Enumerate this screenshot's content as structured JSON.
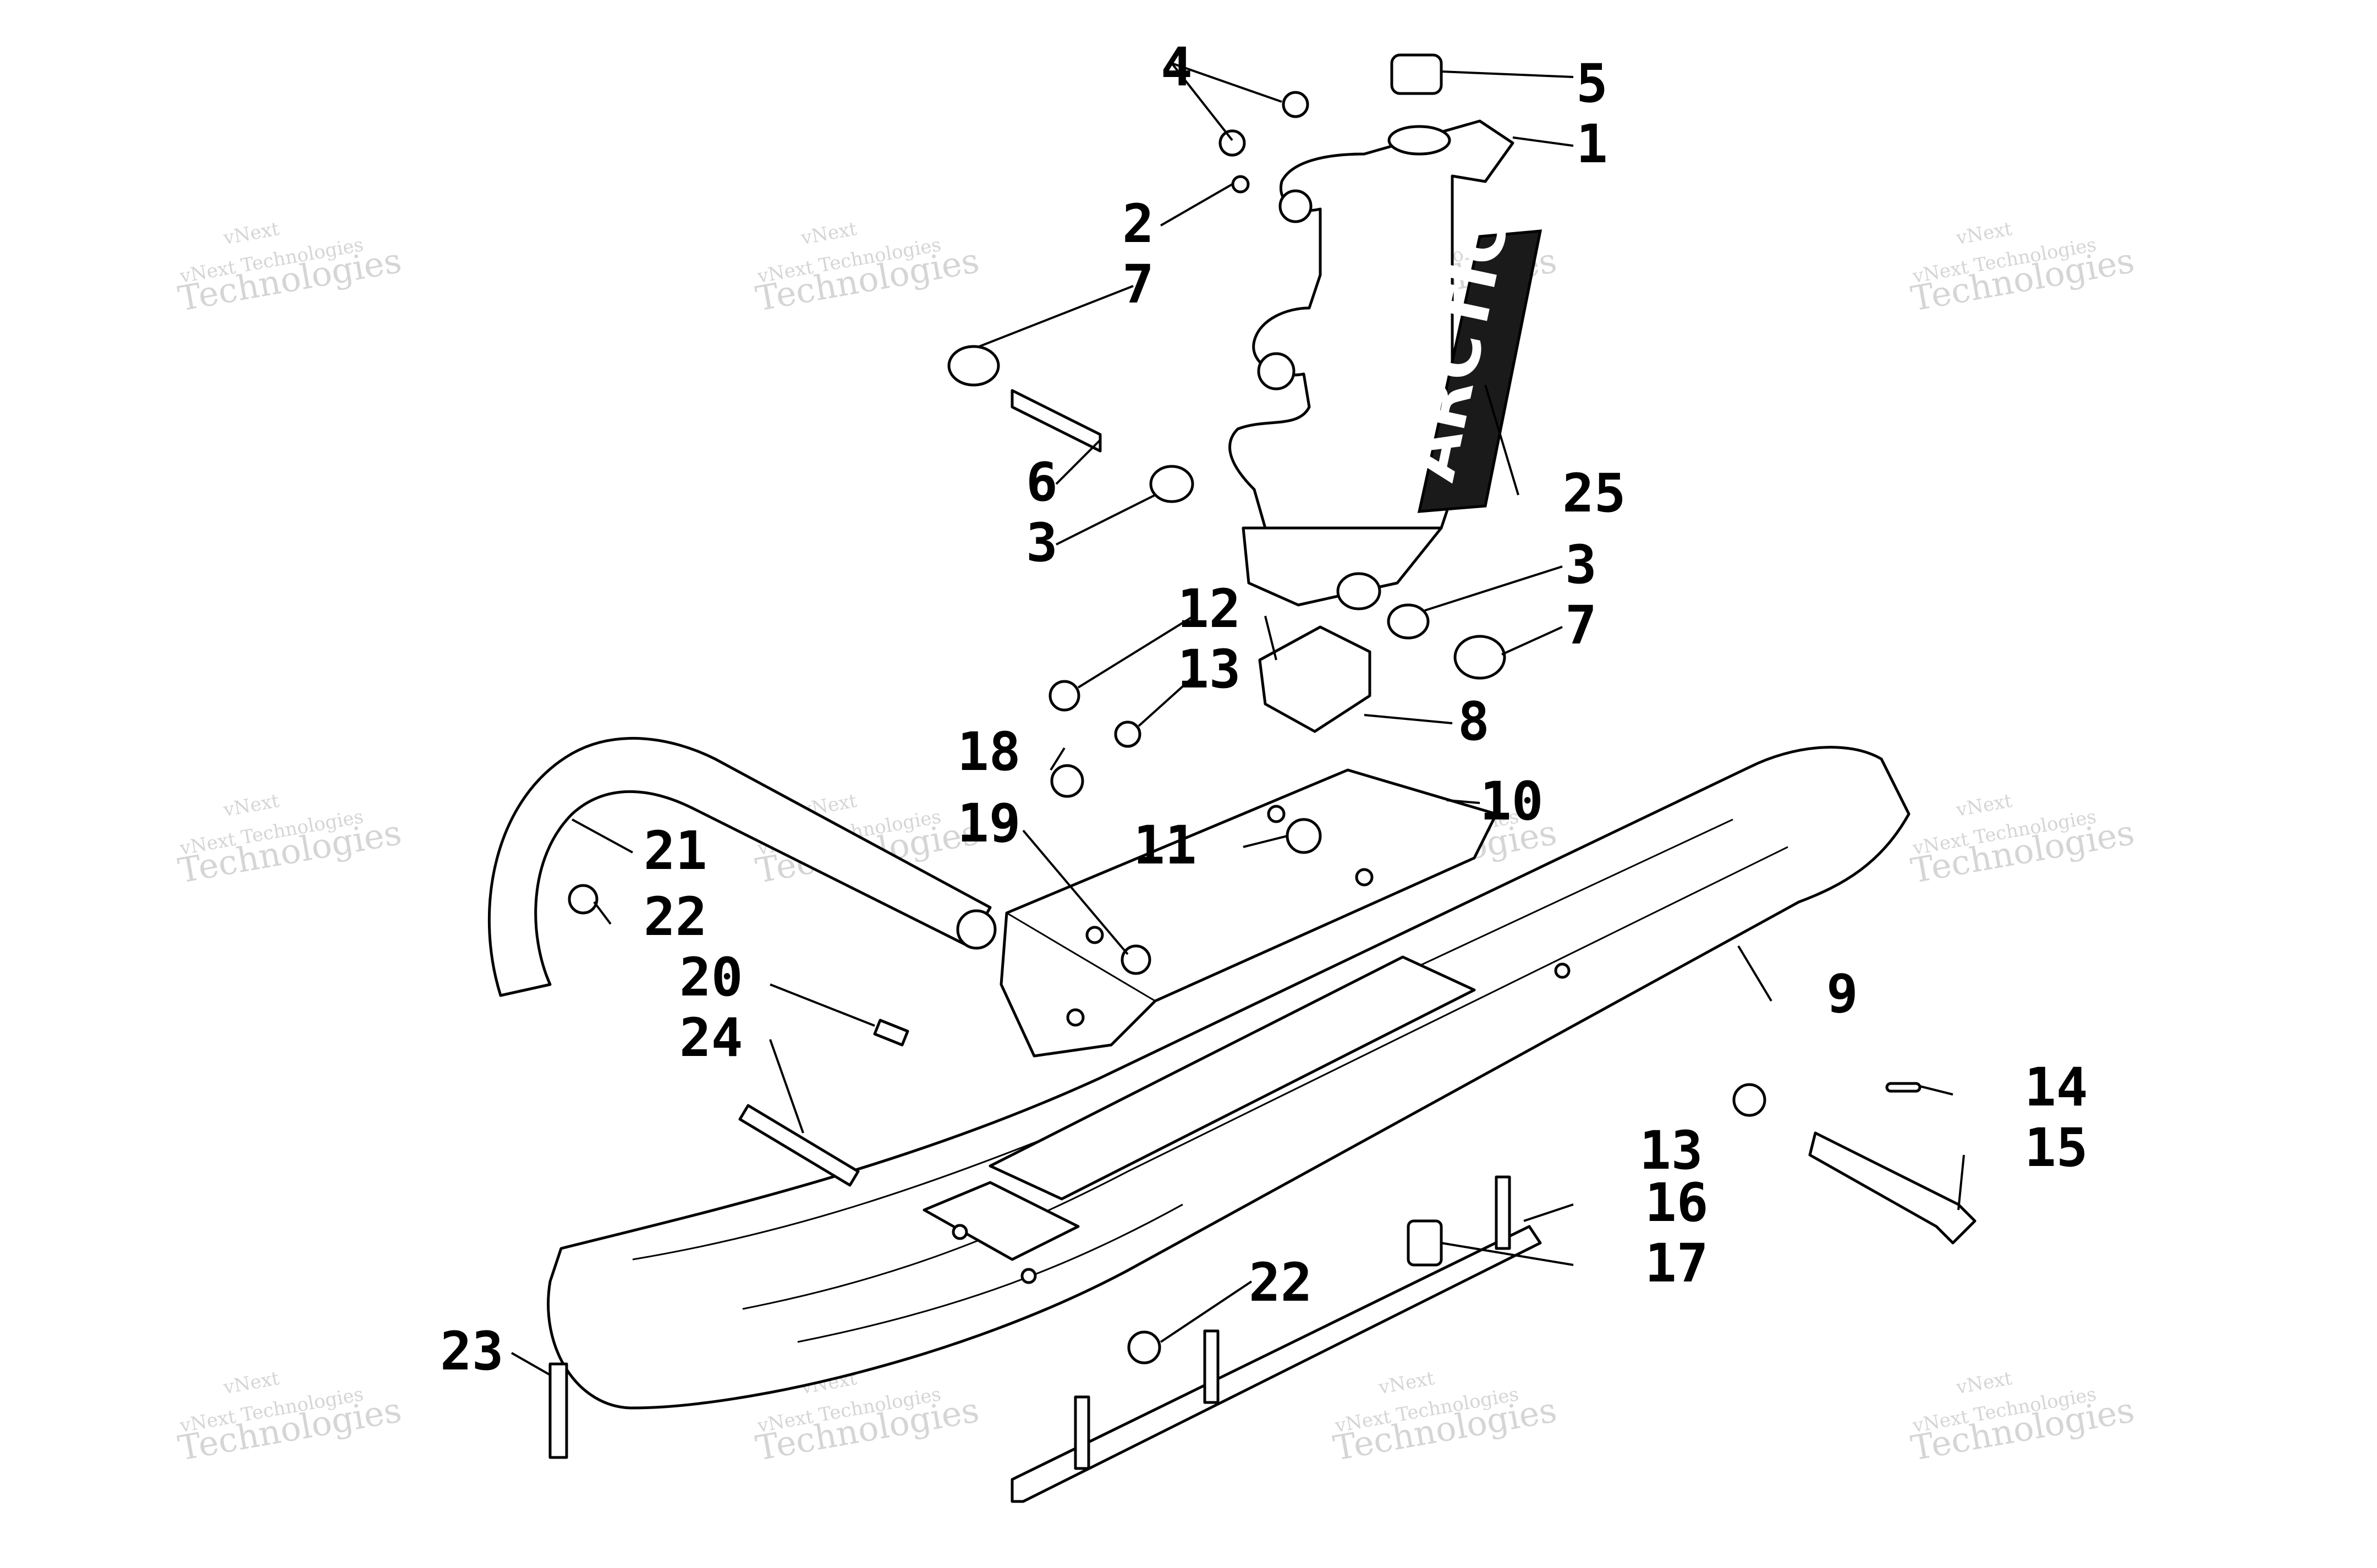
{
  "diagram": {
    "watermark": {
      "line1": "vNext",
      "line2": "vNext Technologies",
      "line3": "Technologies"
    },
    "decal_text": "ARCTIC",
    "callouts": [
      {
        "id": "c1",
        "label": "1"
      },
      {
        "id": "c2",
        "label": "2"
      },
      {
        "id": "c3a",
        "label": "3"
      },
      {
        "id": "c3b",
        "label": "3"
      },
      {
        "id": "c4",
        "label": "4"
      },
      {
        "id": "c5",
        "label": "5"
      },
      {
        "id": "c6",
        "label": "6"
      },
      {
        "id": "c7a",
        "label": "7"
      },
      {
        "id": "c7b",
        "label": "7"
      },
      {
        "id": "c8",
        "label": "8"
      },
      {
        "id": "c9",
        "label": "9"
      },
      {
        "id": "c10",
        "label": "10"
      },
      {
        "id": "c11",
        "label": "11"
      },
      {
        "id": "c12",
        "label": "12"
      },
      {
        "id": "c13a",
        "label": "13"
      },
      {
        "id": "c13b",
        "label": "13"
      },
      {
        "id": "c14",
        "label": "14"
      },
      {
        "id": "c15",
        "label": "15"
      },
      {
        "id": "c16",
        "label": "16"
      },
      {
        "id": "c17",
        "label": "17"
      },
      {
        "id": "c18",
        "label": "18"
      },
      {
        "id": "c19",
        "label": "19"
      },
      {
        "id": "c20",
        "label": "20"
      },
      {
        "id": "c21",
        "label": "21"
      },
      {
        "id": "c22a",
        "label": "22"
      },
      {
        "id": "c22b",
        "label": "22"
      },
      {
        "id": "c23",
        "label": "23"
      },
      {
        "id": "c24",
        "label": "24"
      },
      {
        "id": "c25",
        "label": "25"
      }
    ]
  }
}
